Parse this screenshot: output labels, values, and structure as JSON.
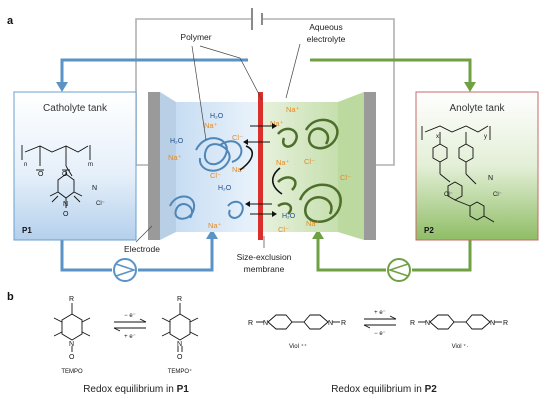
{
  "panels": {
    "a": "a",
    "b": "b"
  },
  "labels": {
    "polymer": "Polymer",
    "aqueous_line1": "Aqueous",
    "aqueous_line2": "electrolyte",
    "catholyte_tank": "Catholyte tank",
    "anolyte_tank": "Anolyte tank",
    "electrode": "Electrode",
    "membrane_line1": "Size-exclusion",
    "membrane_line2": "membrane",
    "p1": "P1",
    "p2": "P2"
  },
  "ions": {
    "na": "Na⁺",
    "cl": "Cl⁻",
    "h2o": "H₂O"
  },
  "chemistry": {
    "tempo": "TEMPO",
    "tempo_plus": "TEMPO⁺",
    "viol_2plus": "Viol ⁺⁺",
    "viol_plus": "Viol ⁺·",
    "e_minus_plus": "+ e⁻",
    "e_minus_minus": "− e⁻",
    "R": "R",
    "N": "N",
    "O": "O",
    "n": "n",
    "m": "m",
    "x": "x",
    "y": "y",
    "redox_p1_prefix": "Redox equilibrium in ",
    "redox_p1_bold": "P1",
    "redox_p2_prefix": "Redox equilibrium in ",
    "redox_p2_bold": "P2"
  },
  "colors": {
    "catholyte": "#5b93c6",
    "anolyte": "#6fa044",
    "membrane": "#d9312a",
    "electrode": "#9a9a9a",
    "ion_orange": "#e8891f"
  }
}
